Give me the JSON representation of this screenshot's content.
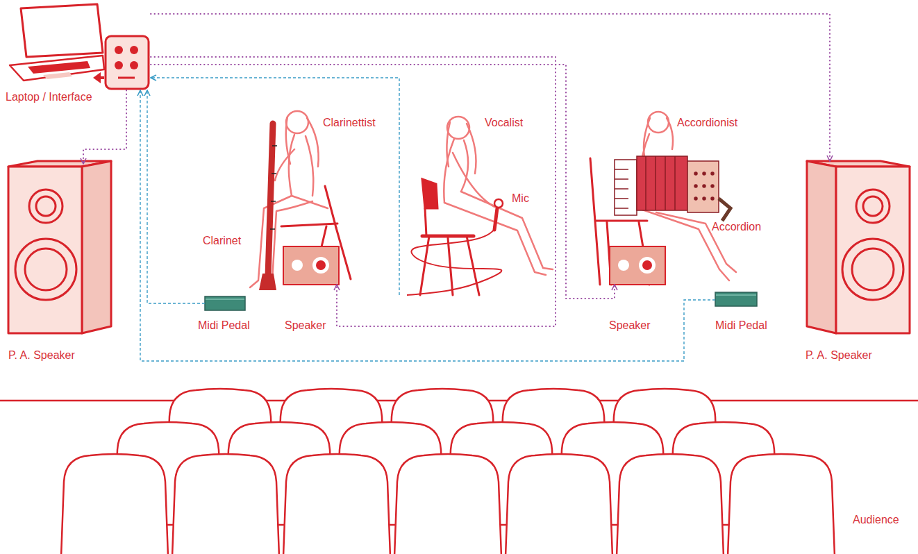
{
  "diagram": {
    "nodes": [
      {
        "text": [
          "Laptop / Interface"
        ]
      },
      {
        "text": [
          "P. A. Speaker"
        ]
      },
      {
        "text": [
          "Clarinettist"
        ]
      },
      {
        "text": [
          "Clarinet"
        ]
      },
      {
        "text": [
          "Speaker"
        ]
      },
      {
        "text": [
          "Midi Pedal"
        ]
      },
      {
        "text": [
          "Vocalist"
        ]
      },
      {
        "text": [
          "Mic"
        ]
      },
      {
        "text": [
          "Accordionist"
        ]
      },
      {
        "text": [
          "Accordion"
        ]
      },
      {
        "text": [
          "Speaker"
        ]
      },
      {
        "text": [
          "Midi Pedal"
        ]
      },
      {
        "text": [
          "P. A. Speaker"
        ]
      }
    ],
    "edges": [
      {
        "from": 0,
        "to": 1,
        "arrow": "to"
      },
      {
        "from": 0,
        "to": 12,
        "arrow": "to"
      },
      {
        "from": 0,
        "to": 4,
        "arrow": "to"
      },
      {
        "from": 0,
        "to": 10,
        "arrow": "to"
      },
      {
        "from": 7,
        "to": 0,
        "arrow": "to"
      },
      {
        "from": 5,
        "to": 0,
        "arrow": "to"
      },
      {
        "from": 11,
        "to": 0,
        "arrow": "to"
      }
    ],
    "labels": [
      "Audience"
    ]
  }
}
